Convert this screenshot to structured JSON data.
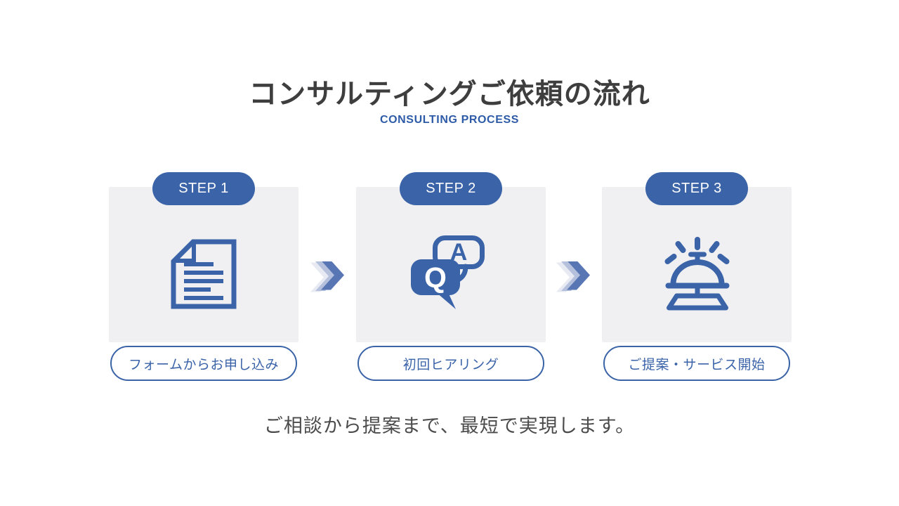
{
  "slide": {
    "title": "コンサルティングご依頼の流れ",
    "subtitle": "CONSULTING PROCESS",
    "footer": "ご相談から提案まで、最短で実現します。"
  },
  "steps": [
    {
      "badge": "STEP 1",
      "label": "フォームからお申し込み",
      "icon": "document-icon"
    },
    {
      "badge": "STEP 2",
      "label": "初回ヒアリング",
      "icon": "qa-icon"
    },
    {
      "badge": "STEP 3",
      "label": "ご提案・サービス開始",
      "icon": "bell-icon"
    }
  ],
  "qa_icon": {
    "q_letter": "Q",
    "a_letter": "A"
  },
  "colors": {
    "accent_blue": "#3a63a8",
    "subtitle_blue": "#2d5ba8",
    "card_bg": "#f0f0f2",
    "title_gray": "#3e3e3e",
    "footer_gray": "#4b4b4b",
    "arrow_front": "#5876b4",
    "arrow_mid": "#b4c0dc",
    "arrow_back": "#e7eaf2"
  }
}
